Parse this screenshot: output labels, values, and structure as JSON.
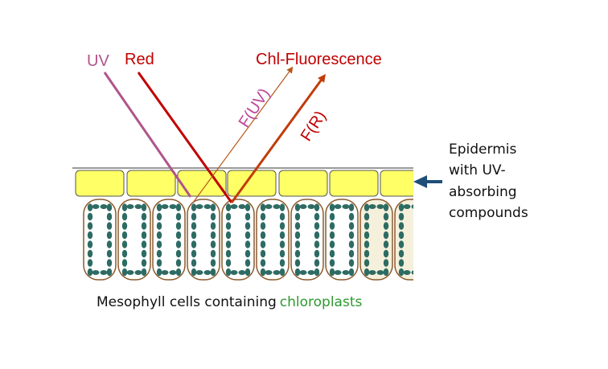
{
  "labels": {
    "uv": "UV",
    "red": "Red",
    "chl_fluorescence": "Chl-Fluorescence",
    "f_uv": "F(UV)",
    "f_r": "F(R)",
    "epidermis_line1": "Epidermis",
    "epidermis_line2": "with UV-",
    "epidermis_line3": "absorbing",
    "epidermis_line4": "compounds",
    "mesophyll": "Mesophyll cells containing",
    "chloroplasts": "chloroplasts"
  },
  "colors": {
    "uv": "#b0558a",
    "red": "#c00000",
    "fluorescence_red": "#c23b0a",
    "fluorescence_uv": "#b8561a",
    "epidermis_fill": "#ffff66",
    "cell_outline": "#8b5a2b",
    "chloroplast": "#2d6b63",
    "pointer_arrow": "#1f4e79",
    "chloroplast_text": "#2e9a2e"
  }
}
